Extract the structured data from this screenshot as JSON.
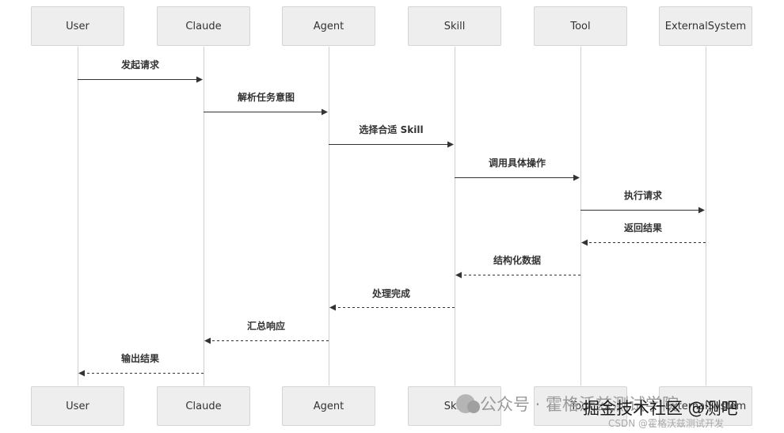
{
  "participants": [
    "User",
    "Claude",
    "Agent",
    "Skill",
    "Tool",
    "ExternalSystem"
  ],
  "messages": [
    {
      "from": 0,
      "to": 1,
      "label": "发起请求",
      "dashed": false
    },
    {
      "from": 1,
      "to": 2,
      "label": "解析任务意图",
      "dashed": false
    },
    {
      "from": 2,
      "to": 3,
      "label": "选择合适 Skill",
      "dashed": false
    },
    {
      "from": 3,
      "to": 4,
      "label": "调用具体操作",
      "dashed": false
    },
    {
      "from": 4,
      "to": 5,
      "label": "执行请求",
      "dashed": false
    },
    {
      "from": 5,
      "to": 4,
      "label": "返回结果",
      "dashed": true
    },
    {
      "from": 4,
      "to": 3,
      "label": "结构化数据",
      "dashed": true
    },
    {
      "from": 3,
      "to": 2,
      "label": "处理完成",
      "dashed": true
    },
    {
      "from": 2,
      "to": 1,
      "label": "汇总响应",
      "dashed": true
    },
    {
      "from": 1,
      "to": 0,
      "label": "输出结果",
      "dashed": true
    }
  ],
  "watermark": {
    "platform": "公众号 · 霍格沃兹测试学院",
    "site": "掘金技术社区 @测吧",
    "csdn": "CSDN @霍格沃兹测试开发"
  },
  "colors": {
    "actor_fill": "#eeeeee",
    "actor_border": "#d4d4d4",
    "lifeline": "#d0d0d0",
    "arrow": "#333333"
  }
}
